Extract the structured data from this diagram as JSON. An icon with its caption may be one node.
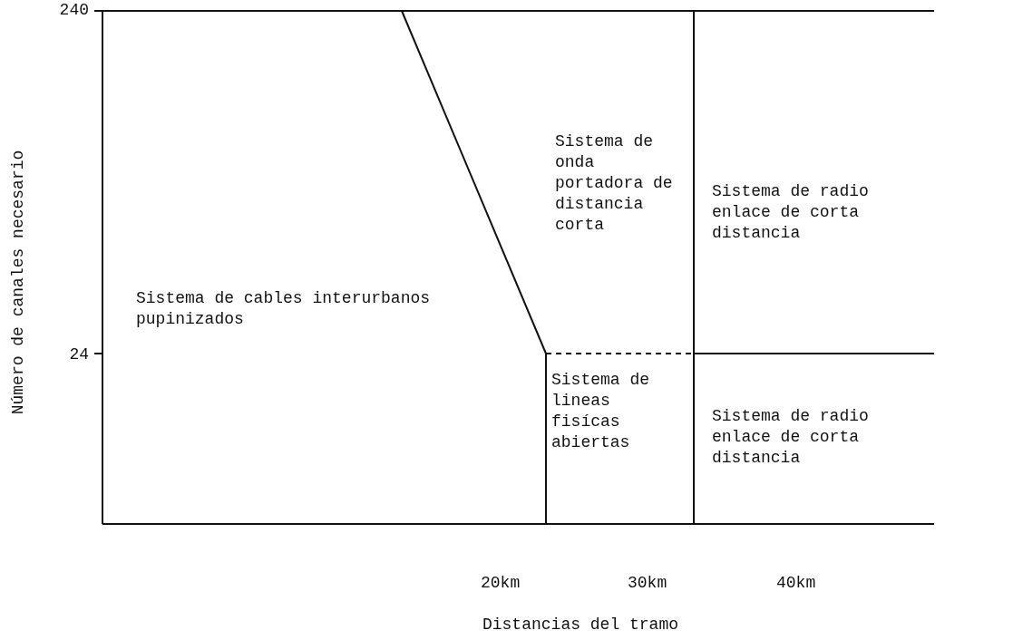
{
  "diagram": {
    "labels": [
      "240",
      "Número de canales necesario",
      "Sistema de onda portadora de distancia corta",
      "Sistema de radio enlace de corta distancia",
      "Sistema de cables interurbanos pupinizados",
      "24",
      "Sistema de lineas fisícas abiertas",
      "Sistema de radio enlace de corta distancia",
      "20km",
      "30km",
      "40km",
      "Distancias del tramo"
    ]
  }
}
